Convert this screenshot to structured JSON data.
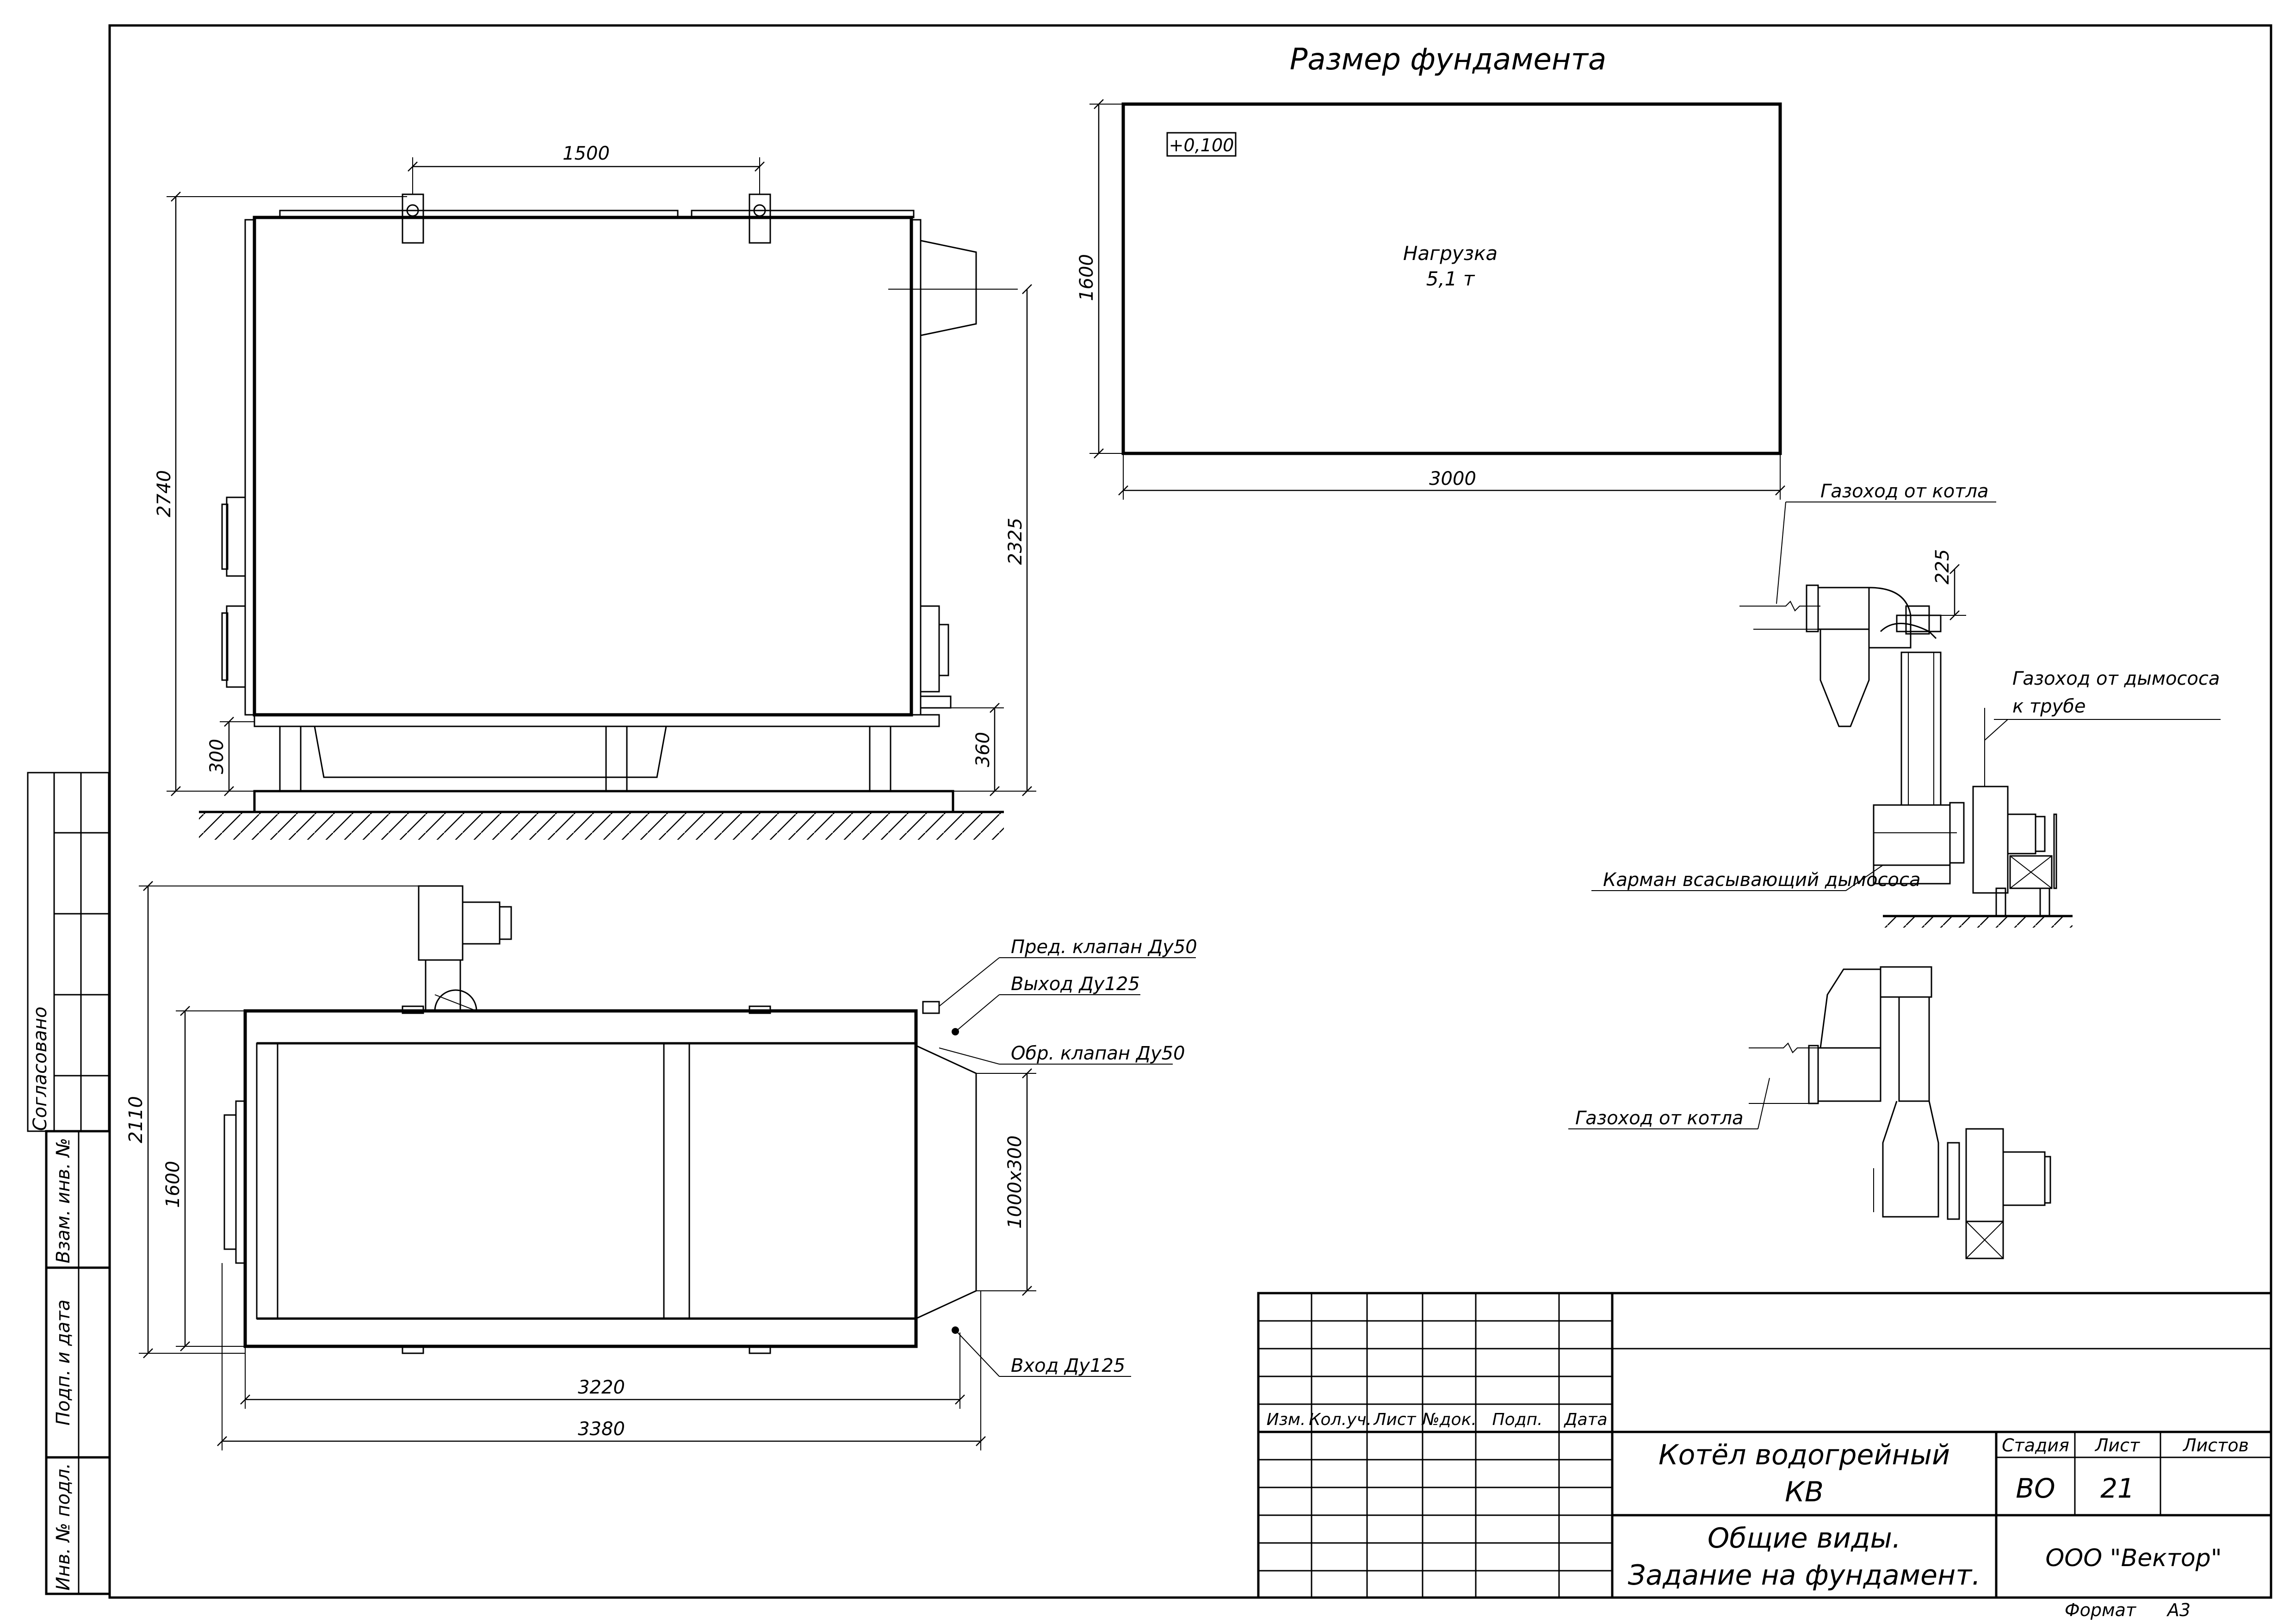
{
  "foundation": {
    "title": "Размер фундамента",
    "level_mark": "+0,100",
    "load_label": "Нагрузка",
    "load_value": "5,1 т",
    "dim_length": "3000",
    "dim_width": "1600"
  },
  "front_view": {
    "dim_lugs": "1500",
    "dim_height_total": "2740",
    "dim_flue_height": "2325",
    "dim_base": "300",
    "dim_inlet": "360"
  },
  "top_view": {
    "dim_total_width": "2110",
    "dim_body_width": "1600",
    "dim_flue_size": "1000x300",
    "dim_body_length": "3220",
    "dim_total_length": "3380",
    "callouts": {
      "relief_valve": "Пред. клапан Ду50",
      "outlet": "Выход Ду125",
      "check_valve": "Обр. клапан Ду50",
      "inlet": "Вход Ду125"
    }
  },
  "fan_views": {
    "flue_from_boiler_1": "Газоход от котла",
    "dim_225": "225",
    "flue_from_fan": "Газоход от дымососа",
    "to_chimney": "к трубе",
    "suction_pocket": "Карман всасывающий дымососа",
    "flue_from_boiler_2": "Газоход от котла"
  },
  "side_stamp": {
    "agreed": "Согласовано",
    "replacing_inv": "Взам. инв. №",
    "sign_date": "Подп. и дата",
    "inv_orig": "Инв. № подл."
  },
  "title_block": {
    "headers": [
      "Изм.",
      "Кол.уч.",
      "Лист",
      "№док.",
      "Подп.",
      "Дата"
    ],
    "product_line1": "Котёл водогрейный",
    "product_line2": "КВ",
    "sheet_line1": "Общие виды.",
    "sheet_line2": "Задание на фундамент.",
    "stage_label": "Стадия",
    "sheet_label": "Лист",
    "sheets_label": "Листов",
    "stage_value": "ВО",
    "sheet_value": "21",
    "company": "ООО \"Вектор\""
  },
  "format": {
    "label": "Формат",
    "value": "А3"
  }
}
